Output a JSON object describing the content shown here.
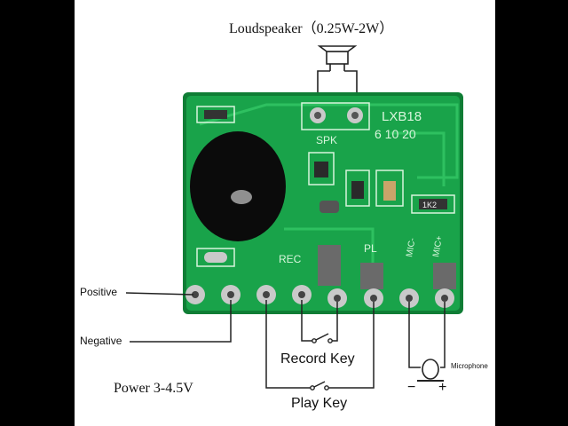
{
  "labels": {
    "loudspeaker": "Loudspeaker（0.25W-2W）",
    "positive": "Positive",
    "negative": "Negative",
    "record_key": "Record Key",
    "play_key": "Play Key",
    "power": "Power  3-4.5V",
    "microphone": "Microphone",
    "mic_minus": "−",
    "mic_plus": "+"
  },
  "board": {
    "model": "LXB18",
    "durations": "6 10 20",
    "spk_mark": "SPK",
    "rec_mark": "REC",
    "pl_mark": "PL",
    "mic_neg_mark": "MIC-",
    "mic_pos_mark": "MIC+",
    "resistor_code": "1K2"
  },
  "colors": {
    "pcb": "#19a34a",
    "pcb_dark": "#0f7d35",
    "silkscreen": "#d8f5dc",
    "pad": "#c9c9c9",
    "background": "#ffffff",
    "side_bars": "#000000"
  }
}
